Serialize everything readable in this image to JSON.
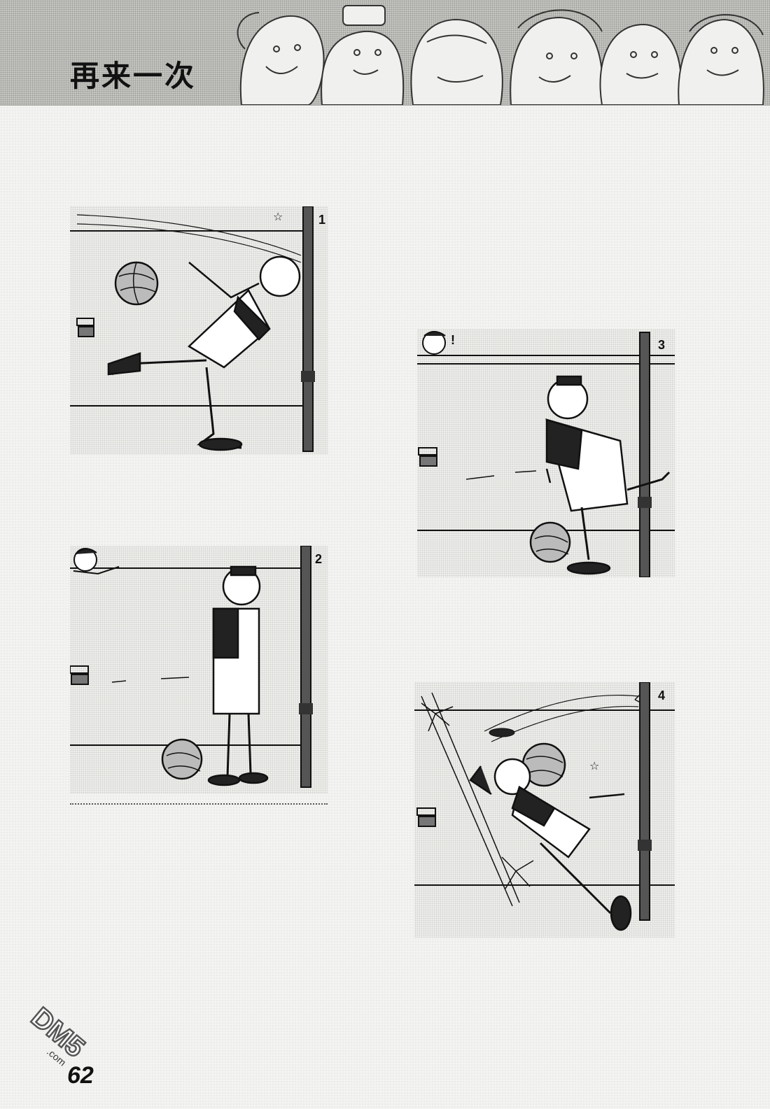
{
  "header": {
    "title": "再来一次"
  },
  "panels": [
    {
      "number": "1"
    },
    {
      "number": "2"
    },
    {
      "number": "3"
    },
    {
      "number": "4"
    }
  ],
  "sound_marks": {
    "exclaim": "!"
  },
  "page_number": "62",
  "watermark": {
    "text": "DM5",
    "dot": ".com"
  },
  "colors": {
    "ink": "#111111",
    "paper": "#f3f3f1",
    "header_tone": "#c9c9c6"
  }
}
